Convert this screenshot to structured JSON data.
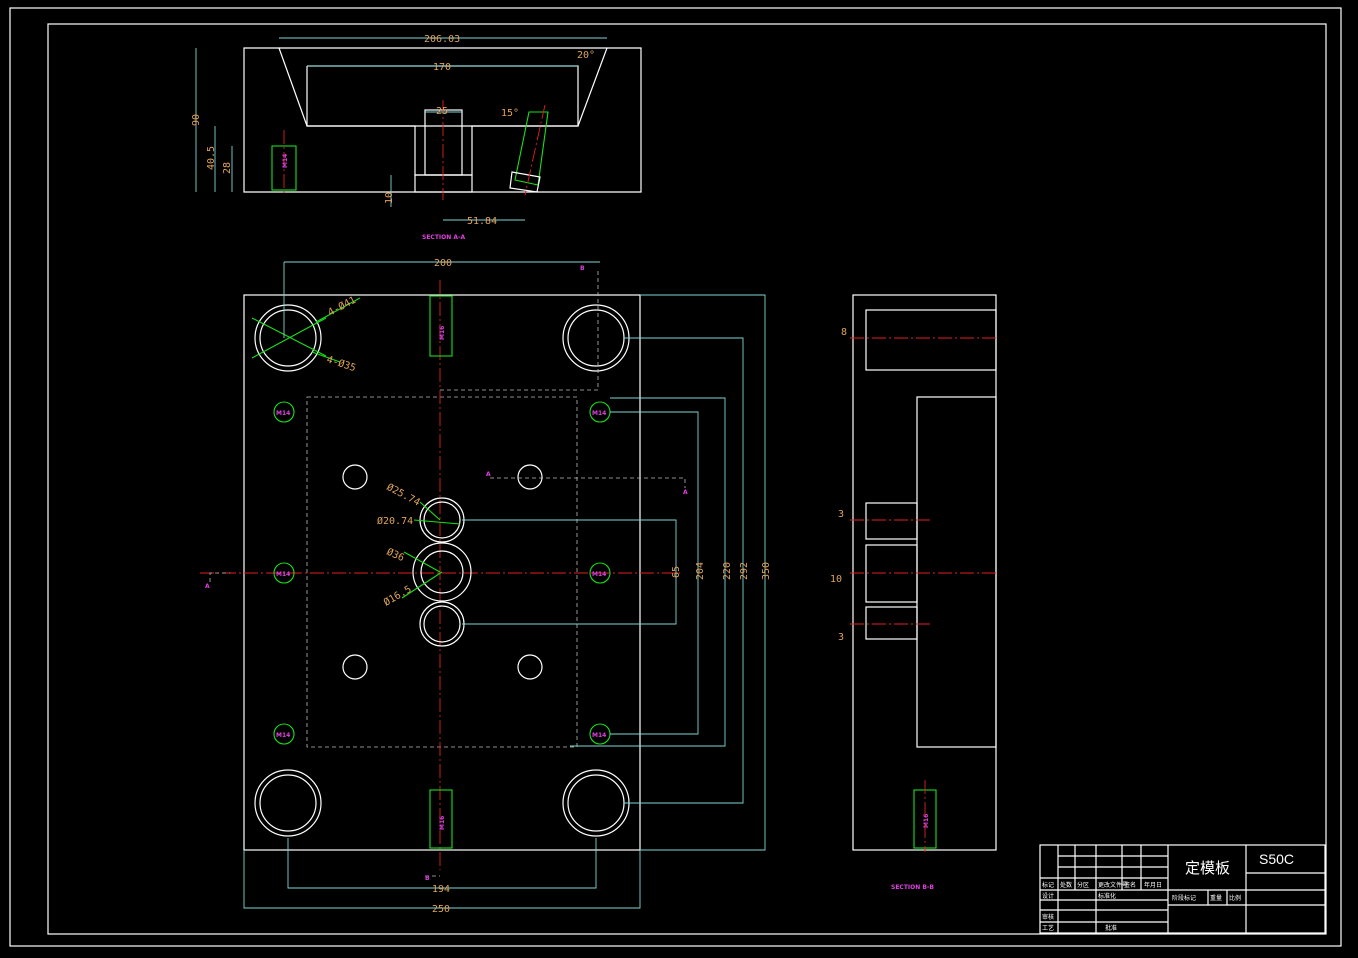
{
  "title_block": {
    "part_name": "定模板",
    "material": "S50C",
    "headers": [
      "标记",
      "处数",
      "分区",
      "更改文件号",
      "签名",
      "年月日"
    ],
    "rows": [
      "设计",
      "标准化",
      "审核",
      "工艺",
      "批准"
    ],
    "stage_label": "阶段标记",
    "weight_label": "重量",
    "scale_label": "比例"
  },
  "section_aa": {
    "label": "SECTION A-A",
    "dims": {
      "overall_top": "206.03",
      "inner_top": "170",
      "gate_width": "25",
      "height": "90",
      "depth_1": "40.5",
      "depth_2": "28",
      "bottom_step": "10",
      "offset": "51.84",
      "angle_1": "20°",
      "angle_2": "15°"
    },
    "thread": "M14"
  },
  "plan_view": {
    "dims": {
      "top_span": "200",
      "bottom_span": "194",
      "width": "250",
      "h1": "65",
      "h2": "204",
      "h3": "220",
      "h4": "292",
      "h5": "350",
      "bore_outer": "4-Ø41",
      "bore_inner": "4-Ø35",
      "dia_1": "Ø25.74",
      "dia_2": "Ø20.74",
      "dia_3": "Ø36",
      "dia_4": "Ø16.5"
    },
    "labels": {
      "m16": "M16",
      "m14": "M14",
      "section_a": "A",
      "section_b": "B"
    }
  },
  "section_bb": {
    "label": "SECTION B-B",
    "dims": {
      "d8": "8",
      "d3a": "3",
      "d10": "10",
      "d3b": "3"
    },
    "thread": "M16"
  }
}
